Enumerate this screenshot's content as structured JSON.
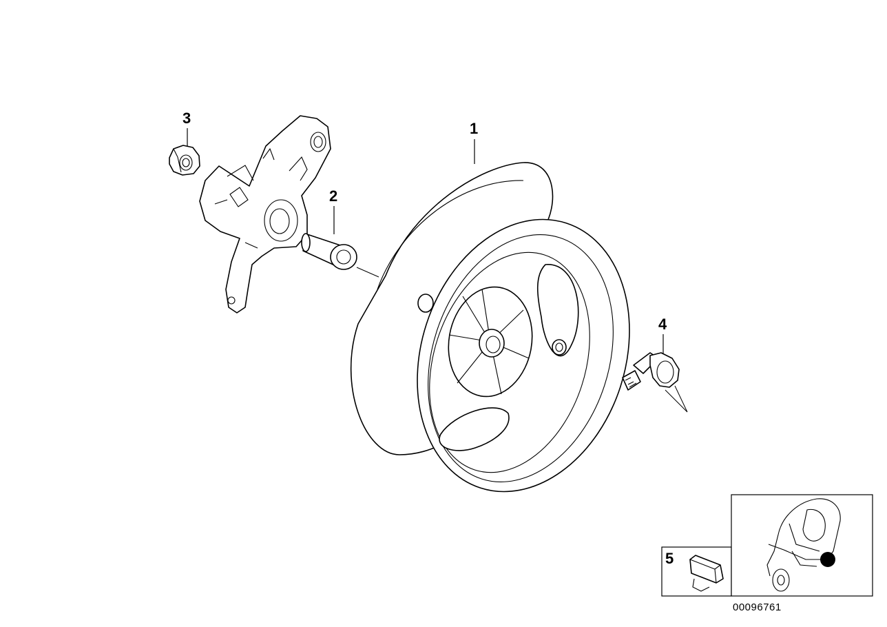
{
  "diagram": {
    "callouts": [
      {
        "id": "part-1",
        "label": "1"
      },
      {
        "id": "part-2",
        "label": "2"
      },
      {
        "id": "part-3",
        "label": "3"
      },
      {
        "id": "part-4",
        "label": "4"
      },
      {
        "id": "part-5",
        "label": "5"
      }
    ],
    "document_number": "00096761"
  }
}
